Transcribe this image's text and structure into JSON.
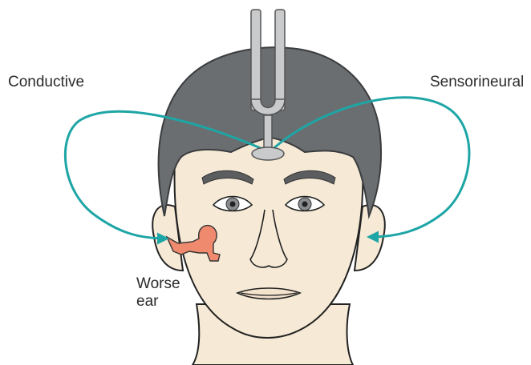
{
  "labels": {
    "conductive": "Conductive",
    "sensorineural": "Sensorineural",
    "worse_ear_line1": "Worse",
    "worse_ear_line2": "ear"
  },
  "colors": {
    "arrow": "#1ea5a5",
    "hair": "#6b6e70",
    "skin": "#f6ead6",
    "middle_ear": "#f08a6e",
    "outline": "#222222"
  },
  "icons": {
    "tuning_fork": "tuning-fork-icon",
    "arrow_left": "curved-arrow-left",
    "arrow_right": "curved-arrow-right"
  }
}
